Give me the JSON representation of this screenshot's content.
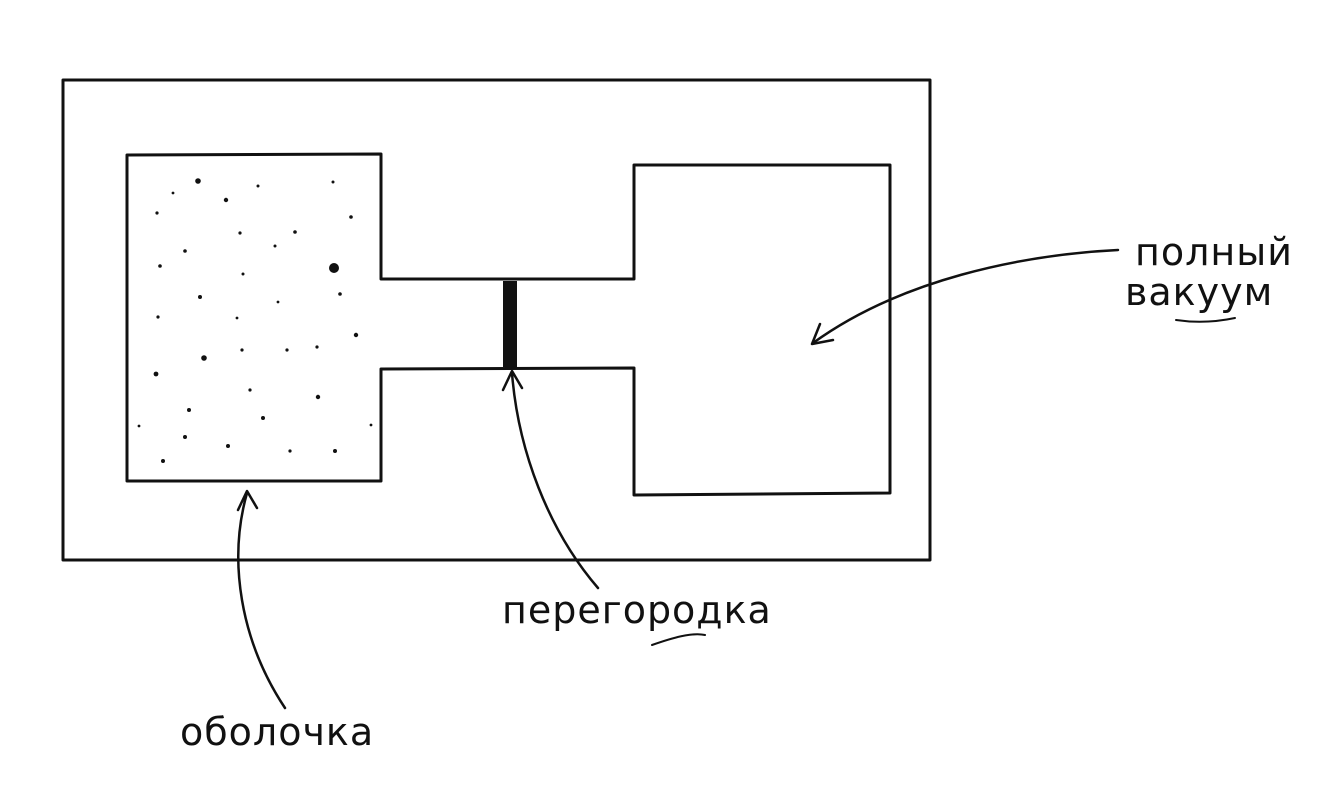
{
  "diagram": {
    "labels": {
      "shell": "оболочка",
      "partition": "перегородка",
      "vacuum_line1": "полный",
      "vacuum_line2": "вакуум"
    },
    "colors": {
      "ink": "#111111",
      "background": "#ffffff"
    }
  }
}
